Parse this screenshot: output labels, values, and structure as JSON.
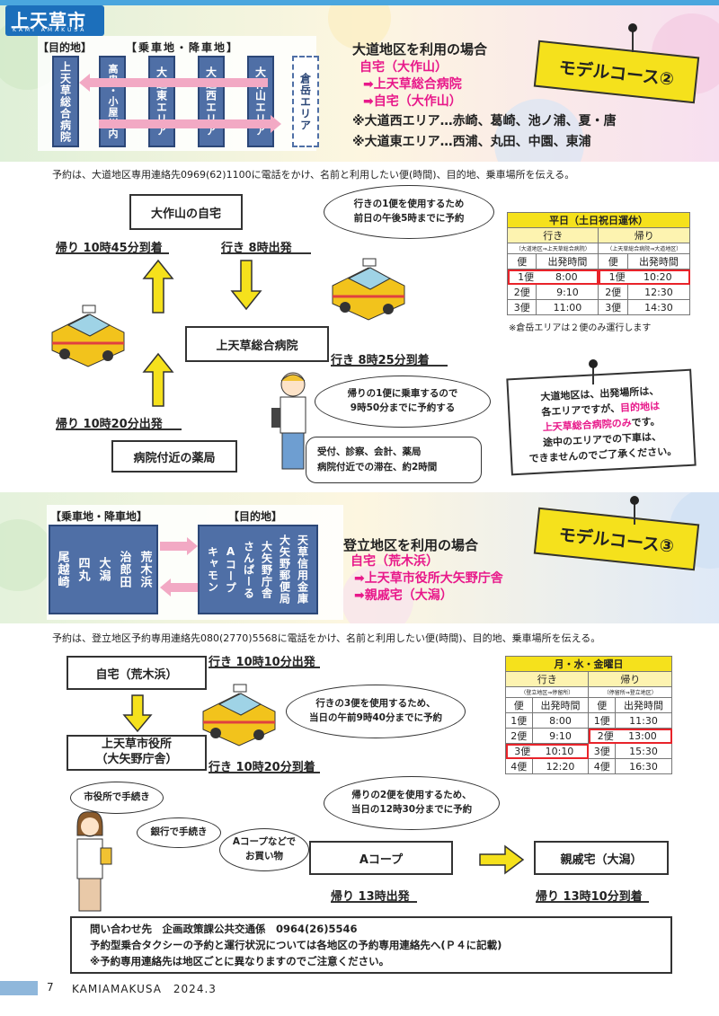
{
  "header": {
    "logo_main": "上天草市",
    "logo_sub": "KAMI AMAKUSA"
  },
  "sec2": {
    "dest_label": "【目的地】",
    "board_label": "【乗車地・降車地】",
    "dest_box": "上天草総合病院",
    "areas": [
      "高串・小屋川内",
      "大道東エリア",
      "大道西エリア",
      "大作山エリア"
    ],
    "dashed_area": "倉岳エリア",
    "title": "大道地区を利用の場合",
    "route": [
      "自宅（大作山）",
      "➡上天草総合病院",
      "➡自宅（大作山）"
    ],
    "notes": [
      "※大道西エリア…赤崎、葛崎、池ノ浦、夏・唐",
      "※大道東エリア…西浦、丸田、中園、東浦"
    ],
    "model": "モデルコース②",
    "reserve": "予約は、大道地区専用連絡先0969(62)1100に電話をかけ、名前と利用したい便(時間)、目的地、乗車場所を伝える。",
    "home": "大作山の自宅",
    "hospital": "上天草総合病院",
    "pharmacy": "病院付近の薬局",
    "lbl_return_arrive": "帰り 10時45分到着",
    "lbl_go_depart": "行き 8時出発",
    "lbl_go_arrive": "行き 8時25分到着",
    "lbl_return_depart": "帰り 10時20分出発",
    "bubble1": [
      "行きの1便を使用するため",
      "前日の午後5時までに予約"
    ],
    "bubble2": [
      "帰りの1便に乗車するので",
      "9時50分までに予約する"
    ],
    "bubble3": [
      "受付、診察、会計、薬局",
      "病院付近での滞在、約2時間"
    ],
    "table": {
      "title": "平日（土日祝日運休）",
      "go": "行き",
      "ret": "帰り",
      "go_sub": "（大道地区⇒上天草総合病院）",
      "ret_sub": "（上天草総合病院⇒大道地区）",
      "cols": [
        "便",
        "出発時間",
        "便",
        "出発時間"
      ],
      "rows": [
        [
          "1便",
          "8:00",
          "1便",
          "10:20"
        ],
        [
          "2便",
          "9:10",
          "2便",
          "12:30"
        ],
        [
          "3便",
          "11:00",
          "3便",
          "14:30"
        ]
      ]
    },
    "table_note": "※倉岳エリアは２便のみ運行します",
    "notice": [
      "大道地区は、出発場所は、",
      "各エリアですが、",
      "目的地は",
      "上天草総合病院のみ",
      "です。",
      "途中のエリアでの下車は、",
      "できませんのでご了承ください。"
    ]
  },
  "sec3": {
    "board_label": "【乗車地・降車地】",
    "dest_label": "【目的地】",
    "board_cols": [
      "荒木浜",
      "治郎田",
      "大潟",
      "四丸",
      "尾越崎"
    ],
    "dest_cols": [
      "天草信用金庫",
      "大矢野郵便局",
      "大矢野庁舎",
      "さんぱーる",
      "Aコープ",
      "キャモン"
    ],
    "title": "登立地区を利用の場合",
    "route": [
      "自宅（荒木浜）",
      "➡上天草市役所大矢野庁舎",
      "➡親戚宅（大潟）"
    ],
    "model": "モデルコース③",
    "reserve": "予約は、登立地区予約専用連絡先080(2770)5568に電話をかけ、名前と利用したい便(時間)、目的地、乗車場所を伝える。",
    "home": "自宅（荒木浜）",
    "office": [
      "上天草市役所",
      "（大矢野庁舎）"
    ],
    "acoop": "Aコープ",
    "relative": "親戚宅（大潟）",
    "lbl_go_depart": "行き 10時10分出発",
    "lbl_go_arrive": "行き 10時20分到着",
    "lbl_return_depart": "帰り 13時出発",
    "lbl_return_arrive": "帰り 13時10分到着",
    "bubble1": [
      "行きの3便を使用するため、",
      "当日の午前9時40分までに予約"
    ],
    "bubble2": [
      "帰りの2便を使用するため、",
      "当日の12時30分までに予約"
    ],
    "b_city": "市役所で手続き",
    "b_bank": "銀行で手続き",
    "b_shop": [
      "Aコープなどで",
      "お買い物"
    ],
    "table": {
      "title": "月・水・金曜日",
      "go": "行き",
      "ret": "帰り",
      "go_sub": "（登立地区⇒停留所）",
      "ret_sub": "（停留所⇒登立地区）",
      "cols": [
        "便",
        "出発時間",
        "便",
        "出発時間"
      ],
      "rows": [
        [
          "1便",
          "8:00",
          "1便",
          "11:30"
        ],
        [
          "2便",
          "9:10",
          "2便",
          "13:00"
        ],
        [
          "3便",
          "10:10",
          "3便",
          "15:30"
        ],
        [
          "4便",
          "12:20",
          "4便",
          "16:30"
        ]
      ]
    }
  },
  "contact": [
    "問い合わせ先　企画政策課公共交通係　0964(26)5546",
    "予約型乗合タクシーの予約と運行状況については各地区の予約専用連絡先へ(Ｐ４に記載)",
    "※予約専用連絡先は地区ごとに異なりますのでご注意ください。"
  ],
  "footer": {
    "page": "7",
    "mag": "KAMIAMAKUSA　2024.3"
  },
  "colors": {
    "yellow": "#f5e11c",
    "pink": "#e8188a",
    "blue": "#4f6fa6",
    "red": "#e8232a"
  }
}
